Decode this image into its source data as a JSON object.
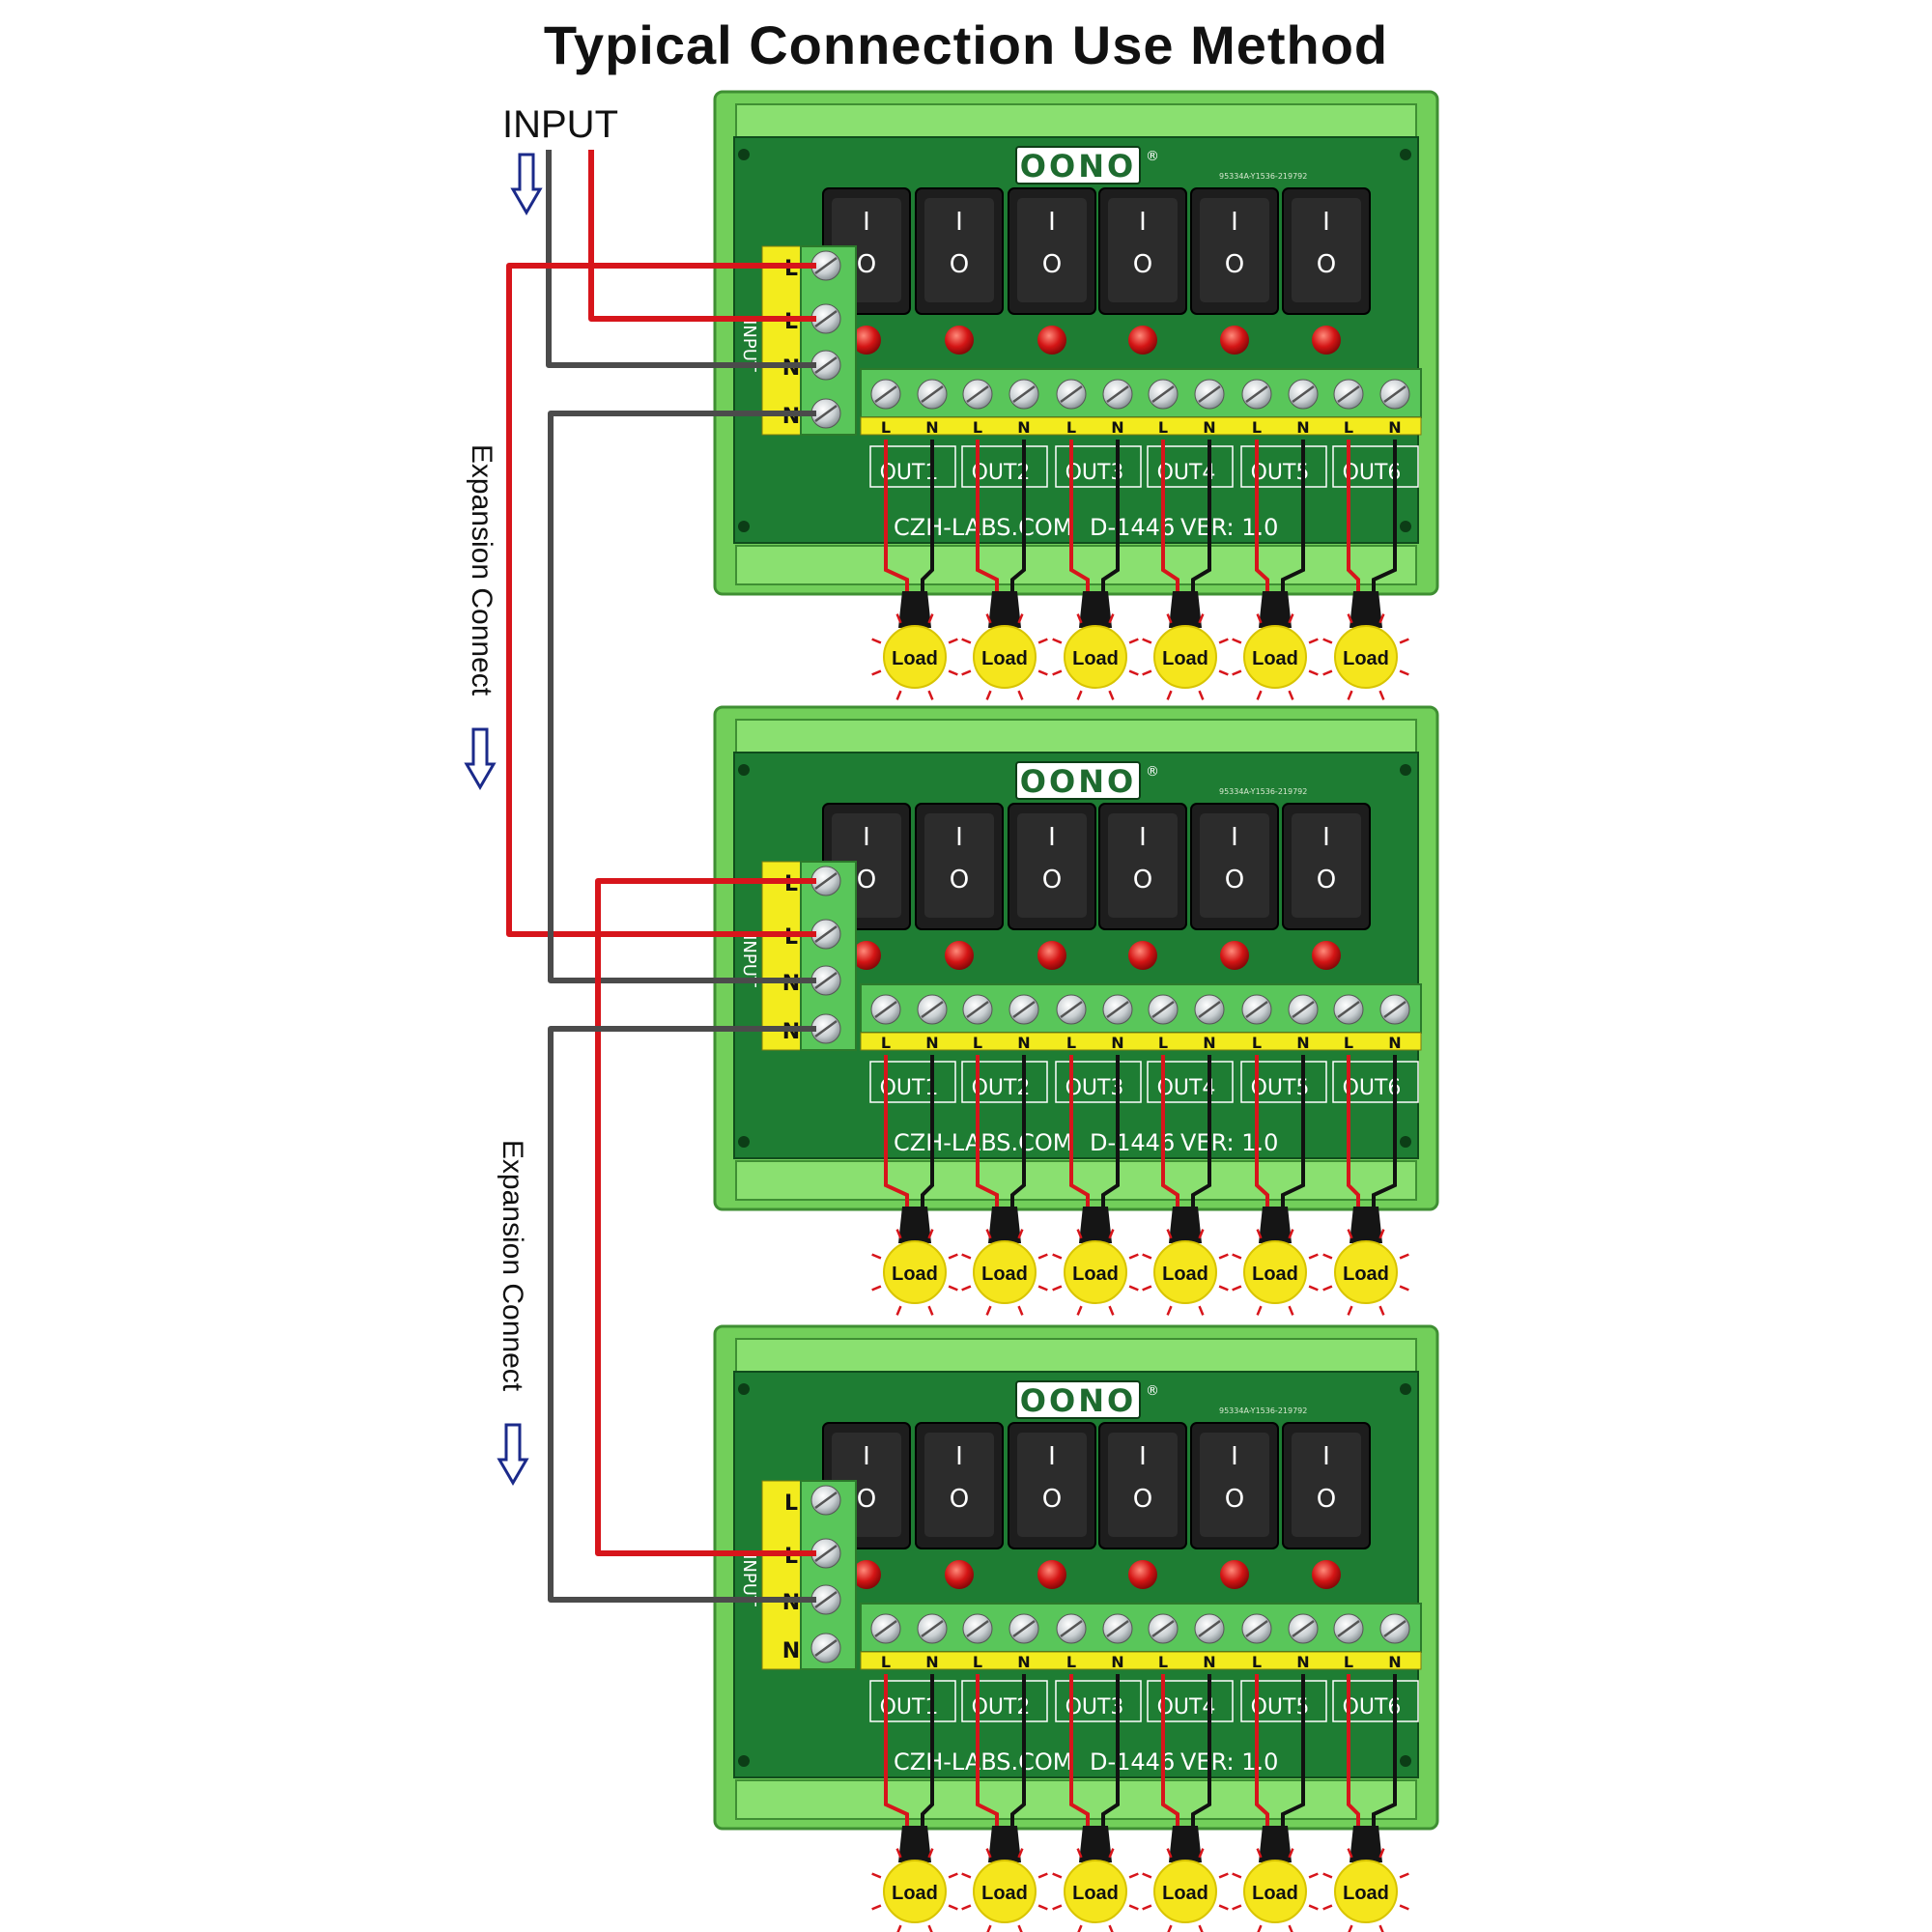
{
  "title": "Typical Connection Use Method",
  "input_label": "INPUT",
  "expansion_label": "Expansion Connect",
  "board": {
    "brand": "OONO",
    "brand_mark": "®",
    "part_code": "95334A-Y1536-219792",
    "input_side_text": "INPUT",
    "terminal_letters": [
      "L",
      "L",
      "N",
      "N"
    ],
    "out_pin_labels": [
      "L",
      "N"
    ],
    "outputs": [
      "OUT1",
      "OUT2",
      "OUT3",
      "OUT4",
      "OUT5",
      "OUT6"
    ],
    "website": "CZH-LABS.COM",
    "model": "D-1446",
    "version": "VER: 1.0",
    "switch_on_symbol": "I",
    "switch_off_symbol": "O"
  },
  "load_label": "Load",
  "boards_count": 3,
  "colors": {
    "pcb": "#1e7d33",
    "rail": "#72cf5a",
    "terminal": "#59c65a",
    "yellow_strip": "#f3ec1d",
    "live_wire": "#d7151b",
    "neutral_wire": "#4b4b4b",
    "load_fill": "#f5e61c",
    "arrow": "#1b2a8a",
    "switch": "#1d1d1d",
    "led": "#d41515"
  }
}
